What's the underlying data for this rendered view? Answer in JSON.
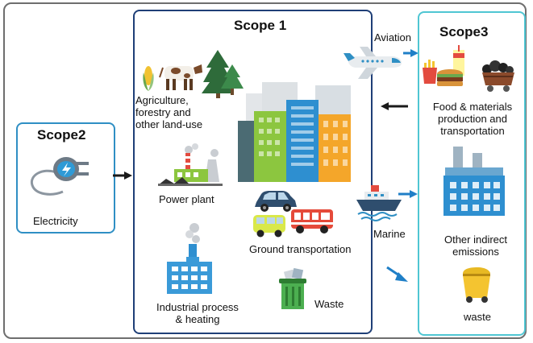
{
  "scope1": {
    "title": "Scope 1",
    "items": {
      "agriculture": "Agriculture,\nforestry and\nother land-use",
      "power_plant": "Power plant",
      "industrial": "Industrial process\n& heating",
      "ground_transport": "Ground transportation",
      "waste": "Waste"
    }
  },
  "scope2": {
    "title": "Scope2",
    "items": {
      "electricity": "Electricity"
    }
  },
  "scope3": {
    "title": "Scope3",
    "items": {
      "food": "Food & materials\nproduction and\ntransportation",
      "other": "Other indirect\nemissions",
      "waste": "waste"
    }
  },
  "links": {
    "aviation": "Aviation",
    "marine": "Marine"
  },
  "colors": {
    "scope1_border": "#1f3f77",
    "scope2_border": "#2f8fc4",
    "scope3_border": "#4fc6d3",
    "arrow_blue": "#1f7fc7",
    "arrow_dark": "#1a1a1a"
  },
  "icons": [
    "plug-icon",
    "cow-icon",
    "corn-icon",
    "pine-tree-icon",
    "power-plant-icon",
    "factory-icon",
    "city-buildings-icon",
    "car-icon",
    "van-icon",
    "bus-icon",
    "trash-bin-icon",
    "airplane-icon",
    "ship-icon",
    "fast-food-icon",
    "coal-cart-icon",
    "industrial-building-icon",
    "waste-bin-icon"
  ]
}
